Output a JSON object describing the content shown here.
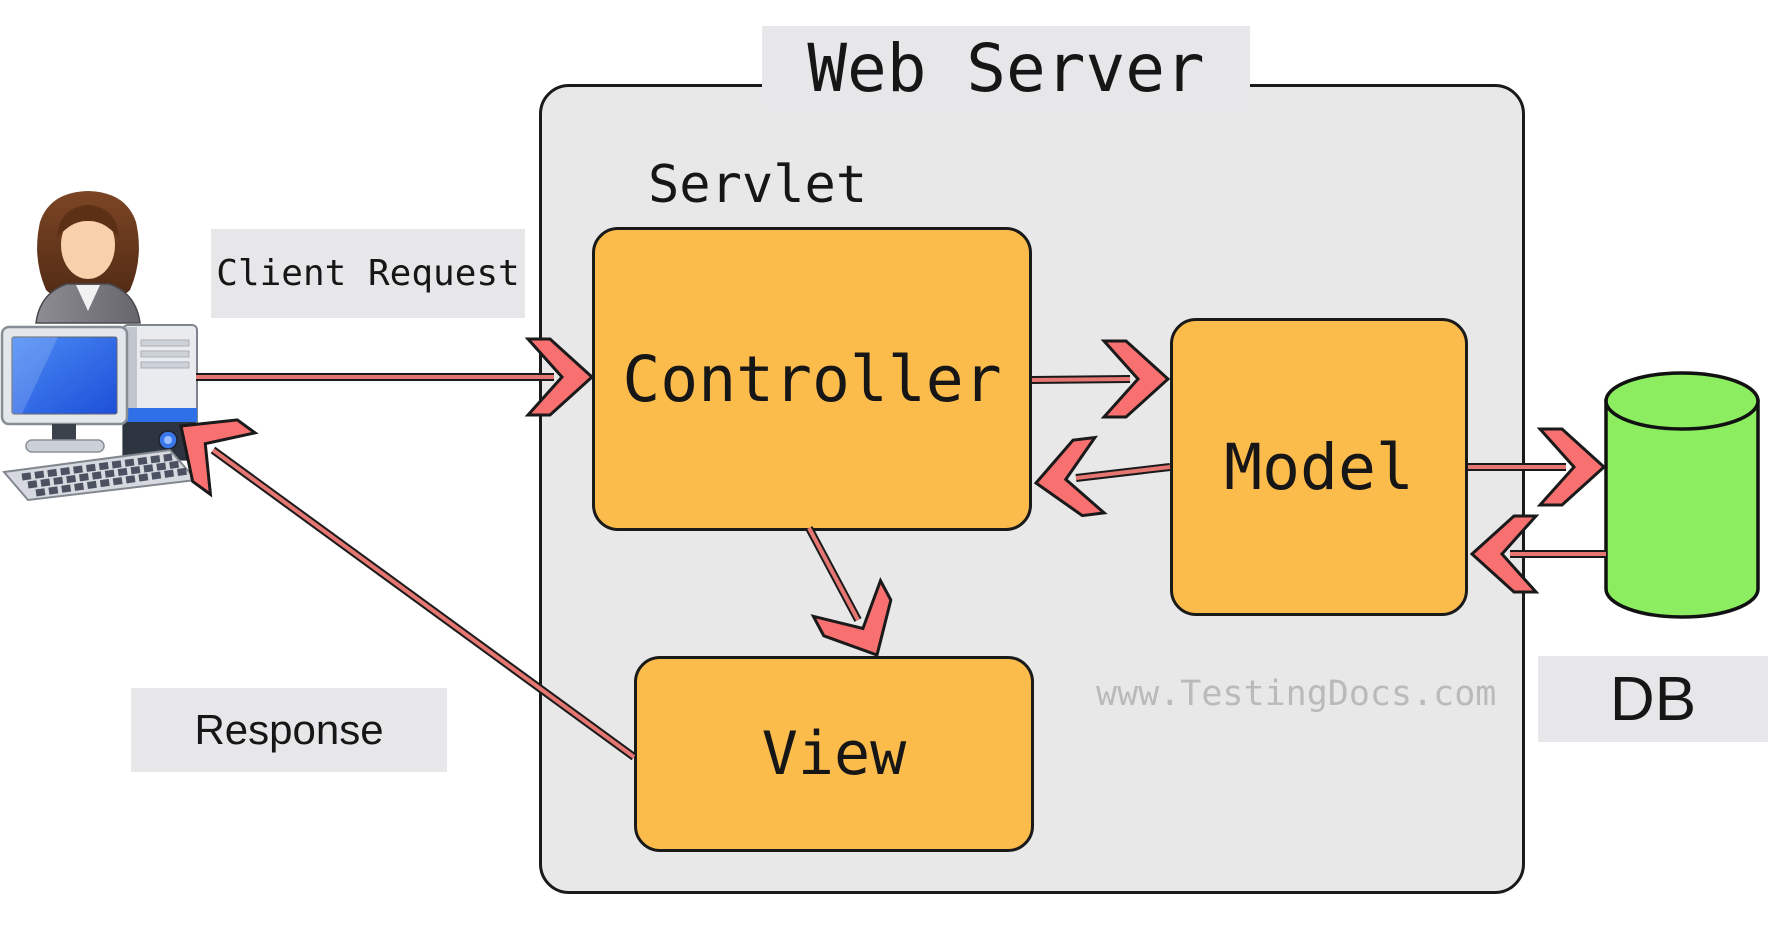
{
  "diagram": {
    "type": "architecture-diagram",
    "topic": "MVC on a Web Server"
  },
  "nodes": {
    "web_server": {
      "label": "Web Server"
    },
    "servlet": {
      "label": "Servlet"
    },
    "controller": {
      "label": "Controller"
    },
    "model": {
      "label": "Model"
    },
    "view": {
      "label": "View"
    },
    "db": {
      "label": "DB"
    }
  },
  "labels": {
    "client_request": "Client Request",
    "response": "Response"
  },
  "watermark": "www.TestingDocs.com",
  "arrows": [
    {
      "from": "client-computer",
      "to": "controller",
      "label": "Client Request"
    },
    {
      "from": "controller",
      "to": "model",
      "label": ""
    },
    {
      "from": "model",
      "to": "controller",
      "label": ""
    },
    {
      "from": "controller",
      "to": "view",
      "label": ""
    },
    {
      "from": "view",
      "to": "client-computer",
      "label": "Response"
    },
    {
      "from": "model",
      "to": "db",
      "label": ""
    },
    {
      "from": "db",
      "to": "model",
      "label": ""
    }
  ],
  "icons": [
    "user-icon",
    "desktop-computer-icon",
    "database-icon"
  ],
  "colors": {
    "node_fill": "#fbbc4c",
    "server_fill": "#e8e8e8",
    "chip_bg": "#e7e7e9",
    "arrow_head": "#f87070",
    "arrow_line": "#e57672",
    "outline": "#1a1a1a",
    "db_fill": "#8ced61",
    "watermark_text": "#bababd",
    "screen_blue": "#2e6ff0"
  }
}
